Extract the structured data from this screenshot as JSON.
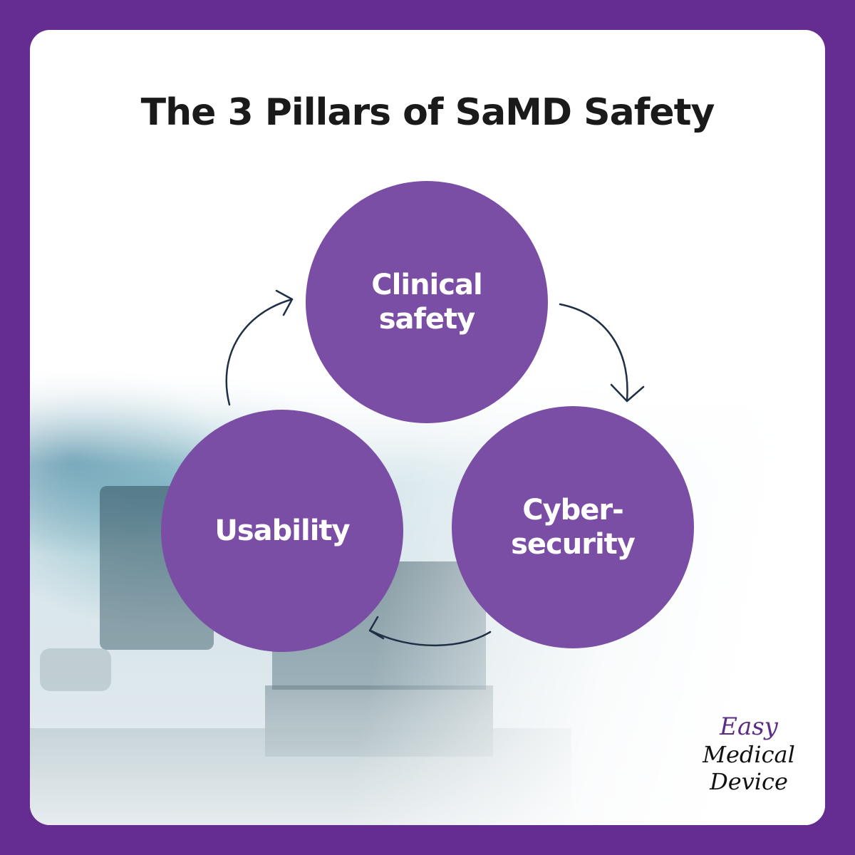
{
  "title": "The 3 Pillars of SaMD Safety",
  "pillars": {
    "clinical": "Clinical\nsafety",
    "cybersecurity": "Cyber-\nsecurity",
    "usability": "Usability"
  },
  "logo": {
    "line1": "Easy",
    "line2": "Medical",
    "line3": "Device"
  },
  "colors": {
    "frame": "#652d91",
    "circle": "#7b4ea6",
    "arrow": "#1f2f45",
    "title": "#1a1a1a"
  }
}
